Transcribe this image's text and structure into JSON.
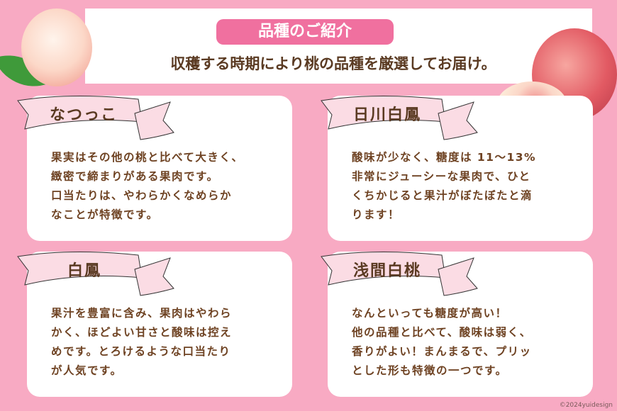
{
  "header": {
    "title": "品種のご紹介",
    "subtitle": "収穫する時期により桃の品種を厳選してお届け。"
  },
  "varieties": [
    {
      "name": "なつっこ",
      "text": "果実はその他の桃と比べて大きく、\n緻密で締まりがある果肉です。\n口当たりは、やわらかくなめらか\nなことが特徴です。"
    },
    {
      "name": "日川白鳳",
      "text": "酸味が少なく、糖度は 11〜13%\n非常にジューシーな果肉で、ひと\nくちかじると果汁がぼたぼたと滴\nります！"
    },
    {
      "name": "白鳳",
      "text": "果汁を豊富に含み、果肉はやわら\nかく、ほどよい甘さと酸味は控え\nめです。とろけるような口当たり\nが人気です。"
    },
    {
      "name": "浅間白桃",
      "text": "なんといっても糖度が高い！\n他の品種と比べて、酸味は弱く、\n香りがよい！まんまるで、プリッ\nとした形も特徴の一つです。"
    }
  ],
  "copyright": "©2024yuidesign"
}
